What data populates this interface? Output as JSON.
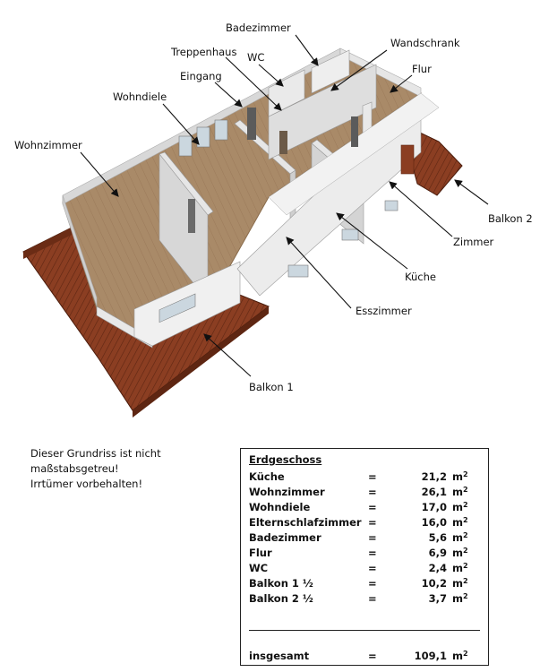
{
  "labels": {
    "badezimmer": "Badezimmer",
    "treppenhaus": "Treppenhaus",
    "wc": "WC",
    "wandschrank": "Wandschrank",
    "eingang": "Eingang",
    "flur": "Flur",
    "wohndiele": "Wohndiele",
    "wohnzimmer": "Wohnzimmer",
    "balkon2": "Balkon 2",
    "zimmer": "Zimmer",
    "kueche": "Küche",
    "esszimmer": "Esszimmer",
    "balkon1": "Balkon 1"
  },
  "disclaimer": {
    "line1": "Dieser Grundriss ist nicht",
    "line2": "maßstabsgetreu!",
    "line3": "Irrtümer vorbehalten!"
  },
  "table": {
    "title": "Erdgeschoss",
    "eq": "=",
    "unit": "m",
    "unit_exp": "2",
    "rows": [
      {
        "name": "Küche",
        "value": "21,2"
      },
      {
        "name": "Wohnzimmer",
        "value": "26,1"
      },
      {
        "name": "Wohndiele",
        "value": "17,0"
      },
      {
        "name": "Elternschlafzimmer",
        "value": "16,0"
      },
      {
        "name": "Badezimmer",
        "value": "5,6"
      },
      {
        "name": "Flur",
        "value": "6,9"
      },
      {
        "name": "WC",
        "value": "2,4"
      },
      {
        "name": "Balkon 1 ½",
        "value": "10,2"
      },
      {
        "name": "Balkon 2 ½",
        "value": "3,7"
      }
    ],
    "total": {
      "name": "insgesamt",
      "value": "109,1"
    }
  },
  "colors": {
    "floor": "#a98a68",
    "wall": "#e6e6e6",
    "wall_shadow": "#c9c9c9",
    "deck": "#8b3e22"
  }
}
